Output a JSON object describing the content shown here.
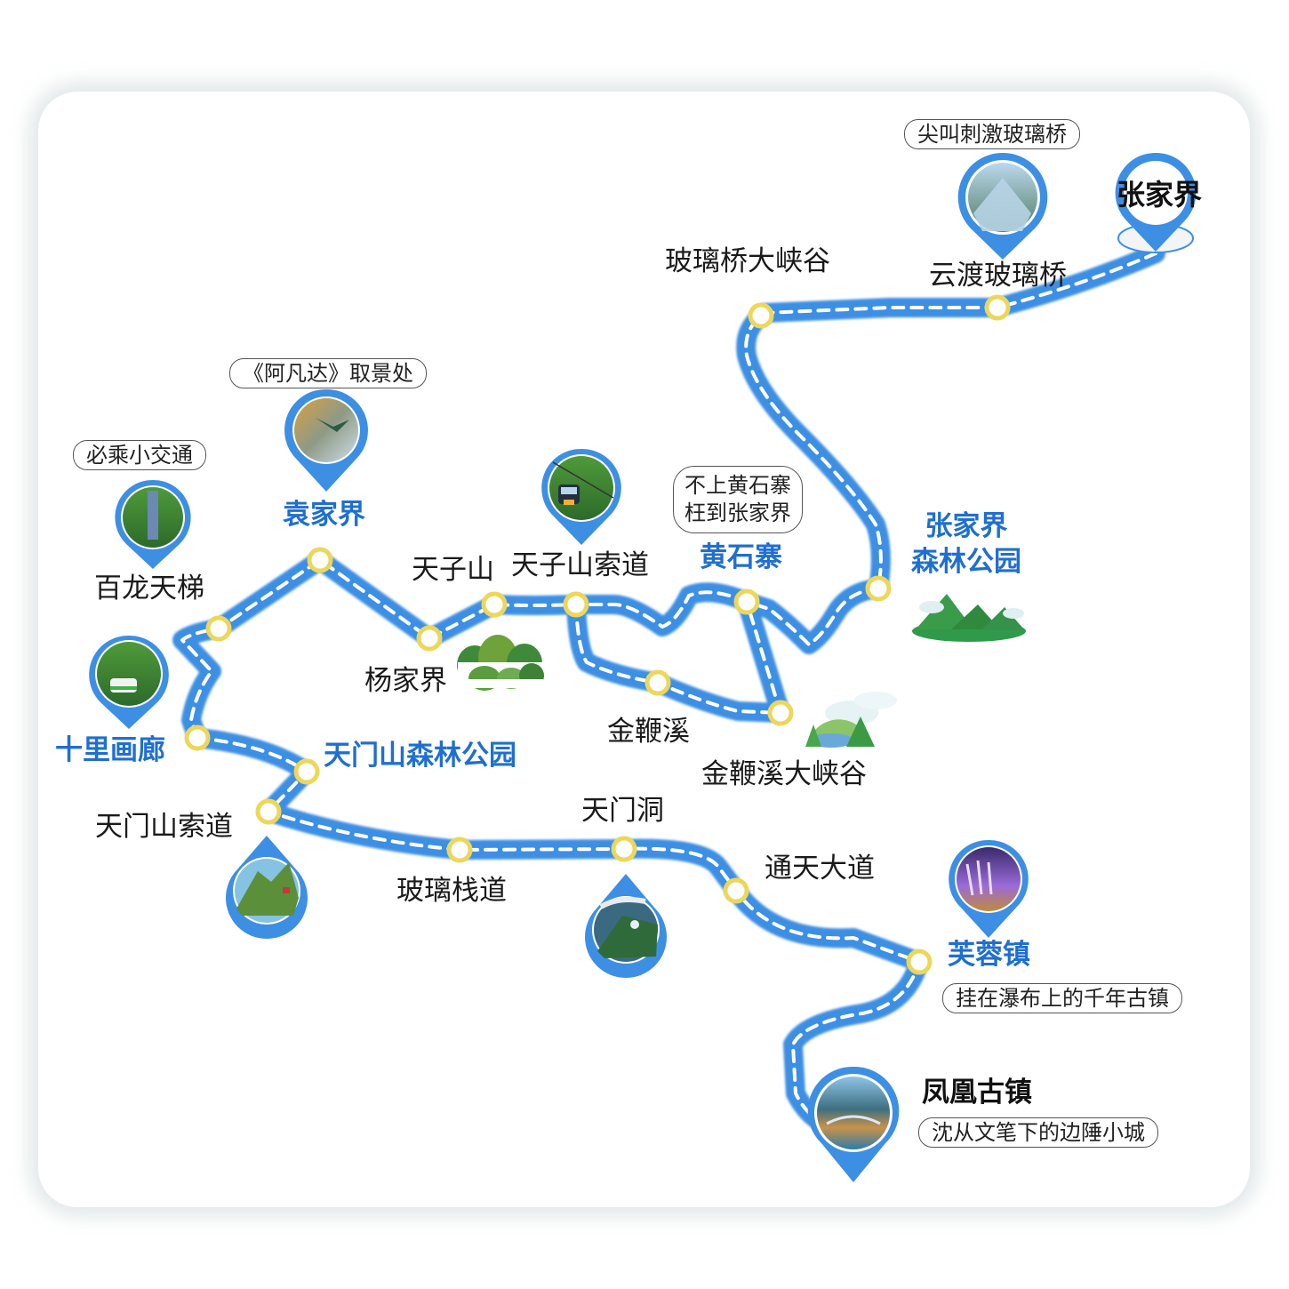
{
  "colors": {
    "route": "#3d8fe3",
    "route_dash": "#ffffff",
    "station_ring": "#ecd75a",
    "label_blue": "#1f6fd0",
    "pin_blue": "#3d8fe3",
    "card_shadow": "#c9d3d3"
  },
  "destinations": {
    "zhangjiajie": "张家界",
    "fenghuang": "凤凰古镇"
  },
  "stations": {
    "yundu_bridge": "云渡玻璃桥",
    "glass_canyon": "玻璃桥大峡谷",
    "zjj_forest_park": "张家界\n森林公园",
    "huangshizhai": "黄石寨",
    "tianzishan_ropeway": "天子山索道",
    "tianzishan": "天子山",
    "yangjiajie": "杨家界",
    "yuanjiajie": "袁家界",
    "bailong_ladder": "百龙天梯",
    "shili_gallery": "十里画廊",
    "jinbianxi": "金鞭溪",
    "jinbianxi_canyon": "金鞭溪大峡谷",
    "tianmen_forest_park": "天门山森林公园",
    "tianmen_ropeway": "天门山索道",
    "glass_plank": "玻璃栈道",
    "tianmen_cave": "天门洞",
    "tongtian_avenue": "通天大道",
    "furong_town": "芙蓉镇"
  },
  "tags": {
    "glass_bridge": "尖叫刺激玻璃桥",
    "avatar": "《阿凡达》取景处",
    "must_ride": "必乘小交通",
    "huangshizhai_tip": "不上黄石寨\n枉到张家界",
    "furong_tip": "挂在瀑布上的千年古镇",
    "fenghuang_tip": "沈从文笔下的边陲小城"
  },
  "pins": [
    {
      "id": "yundu_bridge_photo",
      "icon": "glass-bridge-photo"
    },
    {
      "id": "zhangjiajie_marker",
      "icon": "location-pin"
    },
    {
      "id": "yuanjiajie_photo",
      "icon": "avatar-mountains-photo"
    },
    {
      "id": "bailong_photo",
      "icon": "elevator-photo"
    },
    {
      "id": "tianzishan_photo",
      "icon": "cable-car-photo"
    },
    {
      "id": "shili_photo",
      "icon": "tram-photo"
    },
    {
      "id": "tianmen_ropeway_photo",
      "icon": "mountain-cable-photo"
    },
    {
      "id": "tianmen_cave_photo",
      "icon": "cave-arch-photo"
    },
    {
      "id": "furong_photo",
      "icon": "waterfall-night-photo"
    },
    {
      "id": "fenghuang_photo",
      "icon": "old-town-bridge-photo"
    }
  ]
}
